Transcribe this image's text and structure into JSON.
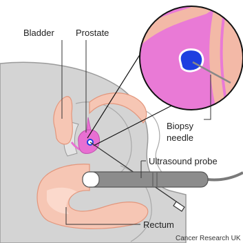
{
  "labels": {
    "bladder": "Bladder",
    "prostate": "Prostate",
    "biopsy_needle_line1": "Biopsy",
    "biopsy_needle_line2": "needle",
    "ultrasound_probe": "Ultrasound probe",
    "rectum": "Rectum"
  },
  "credit": "Cancer Research UK",
  "colors": {
    "body_grey": "#d4d4d4",
    "outline": "#9a9a9a",
    "tissue_salmon": "#f6c6b4",
    "prostate_pink": "#e86fd2",
    "magnified_pink": "#e97ad6",
    "target_blue": "#1e3fe0",
    "probe_grey": "#8c8c8c",
    "leader_line": "#333333"
  }
}
